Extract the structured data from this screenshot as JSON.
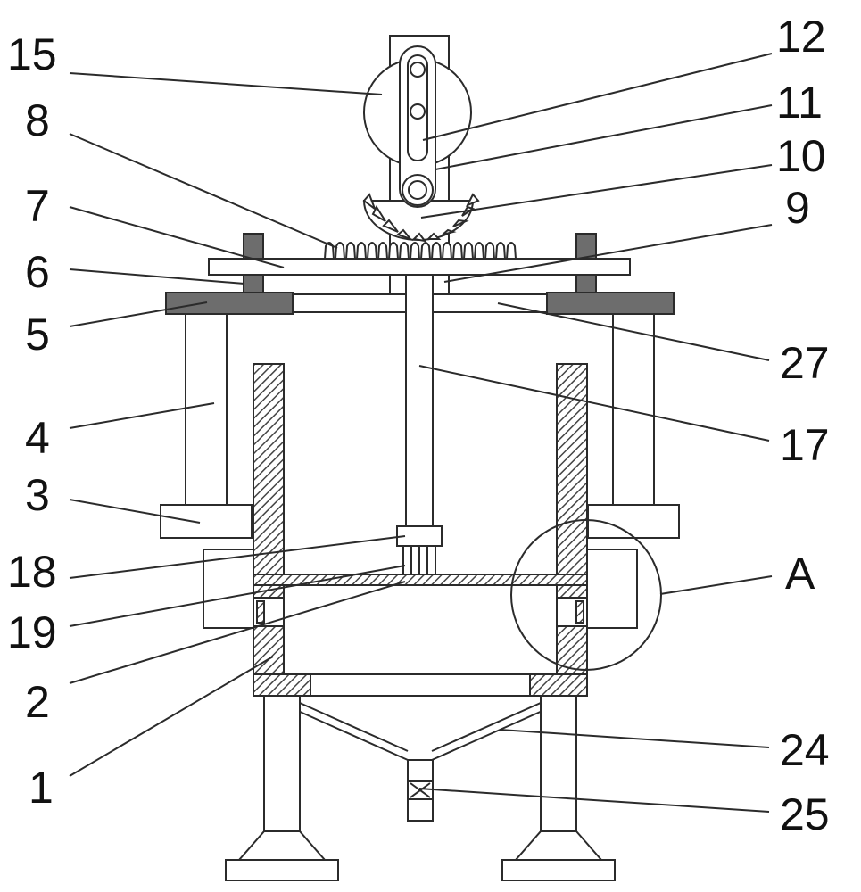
{
  "labels": {
    "l15": "15",
    "l12": "12",
    "l8": "8",
    "l11": "11",
    "l10": "10",
    "l7": "7",
    "l9": "9",
    "l6": "6",
    "l5": "5",
    "l27": "27",
    "l4": "4",
    "l17": "17",
    "l3": "3",
    "l18": "18",
    "lA": "A",
    "l19": "19",
    "l2": "2",
    "l24": "24",
    "l1": "1",
    "l25": "25"
  }
}
